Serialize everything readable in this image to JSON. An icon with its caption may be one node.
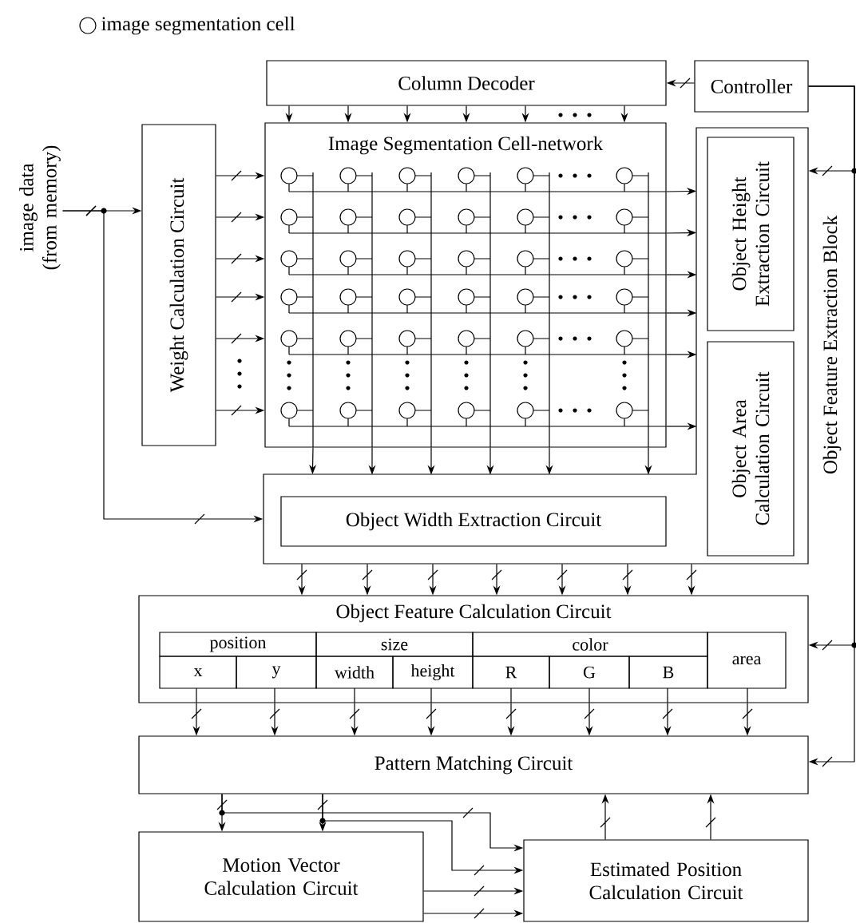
{
  "diagram": {
    "nodes": [
      {
        "text": [
          "Column Decoder"
        ]
      },
      {
        "text": [
          "Controller"
        ]
      },
      {
        "text": [
          "Weight Calculation Circuit"
        ]
      },
      {
        "text": [
          "Image Segmentation Cell-network"
        ]
      },
      {
        "text": [
          "Object Feature Extraction Block"
        ]
      },
      {
        "text": [
          "Object Height Extraction Circuit"
        ],
        "in": 4
      },
      {
        "text": [
          "Object Area Calculation Circuit"
        ],
        "in": 4
      },
      {
        "text": [
          "Object Width Extraction Circuit"
        ],
        "in": 4
      },
      {
        "text": [
          "image data (from memory)"
        ]
      },
      {
        "text": [
          "Object Feature Calculation Circuit"
        ]
      },
      {
        "text": [
          "Pattern Matching Circuit"
        ]
      },
      {
        "text": [
          "Motion Vector Calculation Circuit"
        ]
      },
      {
        "text": [
          "Estimated Position Calculation Circuit"
        ]
      }
    ],
    "edges": [
      {
        "from": 8,
        "to": 2,
        "arrow": "to"
      },
      {
        "from": 8,
        "to": 4,
        "arrow": "to"
      },
      {
        "from": 1,
        "to": 0,
        "arrow": "to"
      },
      {
        "from": 1,
        "to": 4,
        "arrow": "to"
      },
      {
        "from": 1,
        "to": 9,
        "arrow": "to"
      },
      {
        "from": 1,
        "to": 10,
        "arrow": "to"
      },
      {
        "from": 0,
        "to": 3,
        "arrow": "to"
      },
      {
        "from": 0,
        "to": 3,
        "arrow": "to"
      },
      {
        "from": 0,
        "to": 3,
        "arrow": "to"
      },
      {
        "from": 0,
        "to": 3,
        "arrow": "to"
      },
      {
        "from": 0,
        "to": 3,
        "arrow": "to"
      },
      {
        "from": 0,
        "to": 3,
        "arrow": "to"
      },
      {
        "from": 2,
        "to": 3,
        "arrow": "to"
      },
      {
        "from": 2,
        "to": 3,
        "arrow": "to"
      },
      {
        "from": 2,
        "to": 3,
        "arrow": "to"
      },
      {
        "from": 2,
        "to": 3,
        "arrow": "to"
      },
      {
        "from": 2,
        "to": 3,
        "arrow": "to"
      },
      {
        "from": 2,
        "to": 3,
        "arrow": "to"
      },
      {
        "from": 3,
        "to": 4,
        "arrow": "to"
      },
      {
        "from": 3,
        "to": 4,
        "arrow": "to"
      },
      {
        "from": 3,
        "to": 4,
        "arrow": "to"
      },
      {
        "from": 3,
        "to": 4,
        "arrow": "to"
      },
      {
        "from": 3,
        "to": 4,
        "arrow": "to"
      },
      {
        "from": 3,
        "to": 4,
        "arrow": "to"
      },
      {
        "from": 3,
        "to": 4,
        "arrow": "to"
      },
      {
        "from": 3,
        "to": 4,
        "arrow": "to"
      },
      {
        "from": 3,
        "to": 4,
        "arrow": "to"
      },
      {
        "from": 3,
        "to": 4,
        "arrow": "to"
      },
      {
        "from": 3,
        "to": 4,
        "arrow": "to"
      },
      {
        "from": 3,
        "to": 4,
        "arrow": "to"
      },
      {
        "from": 4,
        "to": 9,
        "arrow": "to"
      },
      {
        "from": 4,
        "to": 9,
        "arrow": "to"
      },
      {
        "from": 4,
        "to": 9,
        "arrow": "to"
      },
      {
        "from": 4,
        "to": 9,
        "arrow": "to"
      },
      {
        "from": 4,
        "to": 9,
        "arrow": "to"
      },
      {
        "from": 4,
        "to": 9,
        "arrow": "to"
      },
      {
        "from": 4,
        "to": 9,
        "arrow": "to"
      },
      {
        "from": 9,
        "to": 10,
        "arrow": "to"
      },
      {
        "from": 9,
        "to": 10,
        "arrow": "to"
      },
      {
        "from": 9,
        "to": 10,
        "arrow": "to"
      },
      {
        "from": 9,
        "to": 10,
        "arrow": "to"
      },
      {
        "from": 9,
        "to": 10,
        "arrow": "to"
      },
      {
        "from": 9,
        "to": 10,
        "arrow": "to"
      },
      {
        "from": 9,
        "to": 10,
        "arrow": "to"
      },
      {
        "from": 9,
        "to": 10,
        "arrow": "to"
      },
      {
        "from": 10,
        "to": 11,
        "arrow": "to"
      },
      {
        "from": 10,
        "to": 11,
        "arrow": "to"
      },
      {
        "from": 10,
        "to": 12,
        "arrow": "to"
      },
      {
        "from": 10,
        "to": 12,
        "arrow": "to"
      },
      {
        "from": 11,
        "to": 12,
        "arrow": "to"
      },
      {
        "from": 11,
        "to": 12,
        "arrow": "to"
      },
      {
        "from": 12,
        "to": 10,
        "arrow": "to"
      },
      {
        "from": 12,
        "to": 10,
        "arrow": "to"
      }
    ],
    "labels": [
      "position",
      "size",
      "color",
      "area",
      "x",
      "y",
      "width",
      "height",
      "R",
      "G",
      "B"
    ],
    "legend": [
      {
        "text": "image segmentation cell"
      }
    ]
  }
}
